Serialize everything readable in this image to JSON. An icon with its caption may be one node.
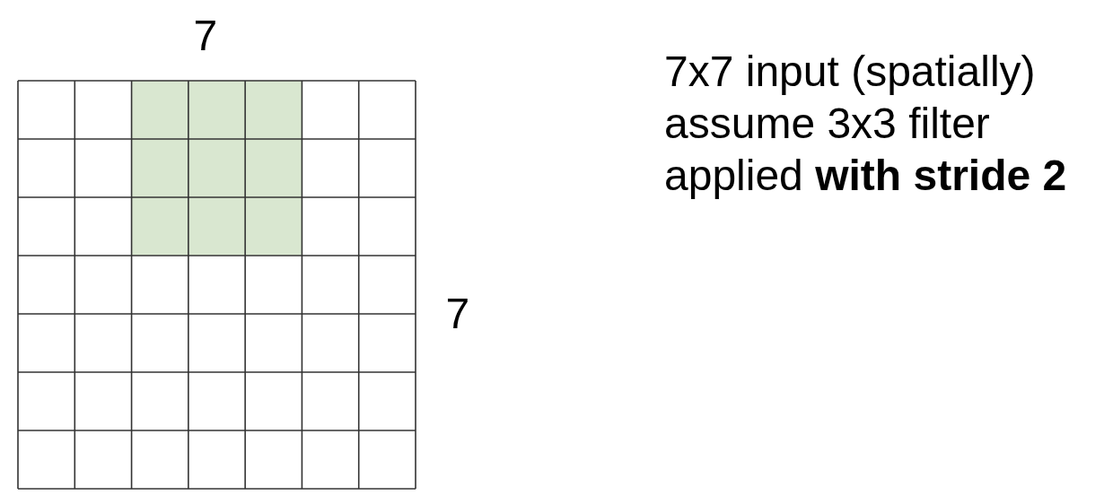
{
  "diagram": {
    "labels": [
      "7",
      "7x7 input (spatially)",
      "assume 3x3 filter",
      "applied **with stride 2**",
      "7"
    ]
  }
}
